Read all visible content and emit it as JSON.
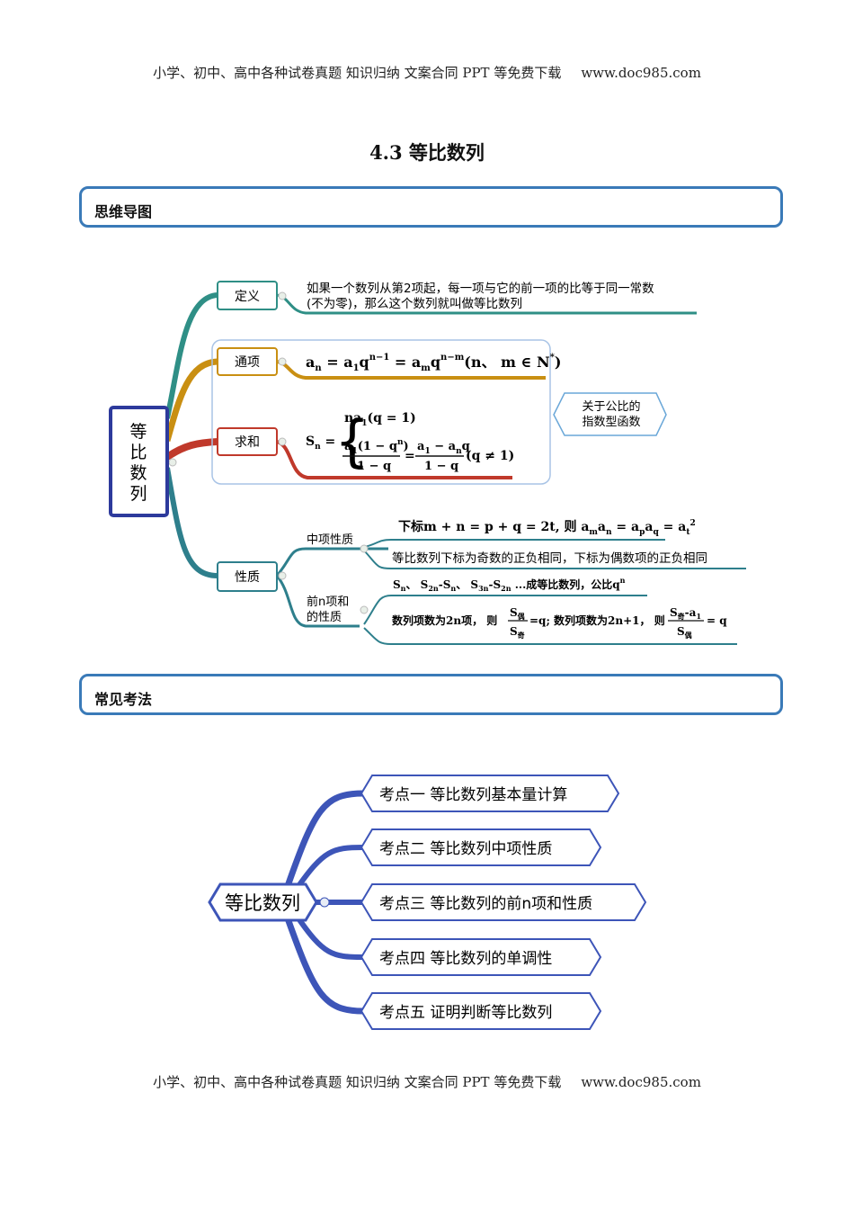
{
  "header": {
    "text": "小学、初中、高中各种试卷真题  知识归纳  文案合同  PPT 等免费下载",
    "site": "www.doc985.com"
  },
  "footer": {
    "text": "小学、初中、高中各种试卷真题  知识归纳  文案合同  PPT 等免费下载",
    "site": "www.doc985.com"
  },
  "title": "4.3  等比数列",
  "sections": {
    "mindmap": "思维导图",
    "exam": "常见考法"
  },
  "mindmap": {
    "root": [
      "等",
      "比",
      "数",
      "列"
    ],
    "definition": {
      "label": "定义",
      "text1": "如果一个数列从第2项起，每一项与它的前一项的比等于同一常数",
      "text2": "(不为零)，那么这个数列就叫做等比数列"
    },
    "general": {
      "label": "通项"
    },
    "sum": {
      "label": "求和"
    },
    "note": [
      "关于公比的",
      "指数型函数"
    ],
    "property": {
      "label": "性质",
      "middle_label": "中项性质",
      "middle_text": "等比数列下标为奇数的正负相同，下标为偶数项的正负相同",
      "prefix_label": [
        "前n项和",
        "的性质"
      ]
    },
    "colors": {
      "definition": "#2f8f86",
      "general": "#c98f12",
      "sum": "#c0392b",
      "property": "#2e7f8c",
      "root_border": "#2d3a9c"
    }
  },
  "exam": {
    "root": "等比数列",
    "items": [
      "考点一  等比数列基本量计算",
      "考点二  等比数列中项性质",
      "考点三  等比数列的前n项和性质",
      "考点四  等比数列的单调性",
      "考点五  证明判断等比数列"
    ],
    "color": "#3d55b8"
  }
}
